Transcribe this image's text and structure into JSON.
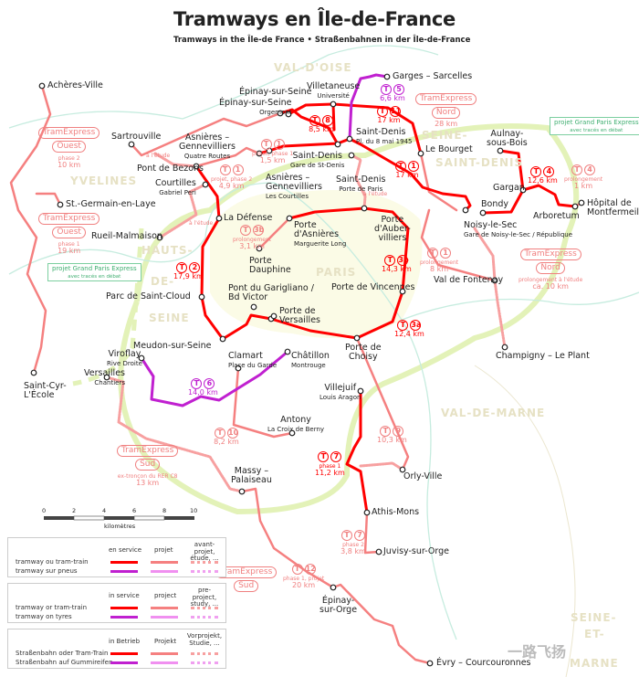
{
  "title": "Tramways en Île-de-France",
  "subtitle": "Tramways in the Île-de France • Straßenbahnen in der Île-de-France",
  "regions": [
    "VAL-D'OISE",
    "YVELINES",
    "HAUTS-",
    "DE-",
    "SEINE",
    "PARIS",
    "SEINE-",
    "SAINT-DENIS",
    "VAL-DE-MARNE",
    "SEINE-",
    "ET-",
    "MARNE"
  ],
  "stations": [
    {
      "name": "Achères-Ville"
    },
    {
      "name": "Sartrouville"
    },
    {
      "name": "Épinay-sur-Seine"
    },
    {
      "name": "Épinay-sur-Seine",
      "sub": "Orgemont"
    },
    {
      "name": "Villetaneuse",
      "sub": "Université"
    },
    {
      "name": "Garges – Sarcelles"
    },
    {
      "name": "Saint-Denis",
      "sub": "Pl. du 8 mai 1945"
    },
    {
      "name": "Saint-Denis",
      "sub": "Gare de St-Denis"
    },
    {
      "name": "Saint-Denis",
      "sub": "Porte de Paris"
    },
    {
      "name": "Le Bourget"
    },
    {
      "name": "Aulnay-",
      "name2": "sous-Bois"
    },
    {
      "name": "Gargan"
    },
    {
      "name": "Bondy"
    },
    {
      "name": "Noisy-le-Sec",
      "sub": "Gare de Noisy-le-Sec / République"
    },
    {
      "name": "Arboretum"
    },
    {
      "name": "Hôpital de",
      "name2": "Montfermeil"
    },
    {
      "name": "Val de Fontenay"
    },
    {
      "name": "Champigny – Le Plant"
    },
    {
      "name": "Asnières –",
      "name2": "Gennevilliers",
      "sub": "Quatre Routes"
    },
    {
      "name": "Asnières –",
      "name2": "Gennevilliers",
      "sub": "Les Courtilles"
    },
    {
      "name": "Pont de Bezons"
    },
    {
      "name": "Courtilles",
      "sub": "Gabriel Peri"
    },
    {
      "name": "La Défense"
    },
    {
      "name": "Rueil-Malmaison"
    },
    {
      "name": "St.-Germain-en-Laye"
    },
    {
      "name": "Porte",
      "name2": "d'Asnières",
      "sub": "Marguerite Long"
    },
    {
      "name": "Porte",
      "name2": "Dauphine"
    },
    {
      "name": "Porte",
      "name2": "d'Auber-",
      "name3": "villiers"
    },
    {
      "name": "Parc de Saint-Cloud"
    },
    {
      "name": "Pont du Garigliano /",
      "name2": "Bd Victor"
    },
    {
      "name": "Porte de",
      "name2": "Versailles"
    },
    {
      "name": "Porte de Vincennes"
    },
    {
      "name": "Porte de",
      "name2": "Choisy"
    },
    {
      "name": "Meudon-sur-Seine"
    },
    {
      "name": "Viroflay",
      "sub": "Rive Droite"
    },
    {
      "name": "Châtillon",
      "sub": "Montrouge"
    },
    {
      "name": "Clamart",
      "sub": "Place du Garde"
    },
    {
      "name": "Versailles",
      "sub": "Chantiers"
    },
    {
      "name": "Saint-Cyr-",
      "name2": "L'École"
    },
    {
      "name": "Antony",
      "sub": "La Croix de Berny"
    },
    {
      "name": "Villejuif",
      "sub": "Louis Aragon"
    },
    {
      "name": "Orly-Ville"
    },
    {
      "name": "Massy –",
      "name2": "Palaiseau"
    },
    {
      "name": "Athis-Mons"
    },
    {
      "name": "Juvisy-sur-Orge"
    },
    {
      "name": "Épinay-",
      "name2": "sur-Orge"
    },
    {
      "name": "Évry – Courcouronnes"
    }
  ],
  "line_labels": {
    "T": "T",
    "t8": {
      "num": "8",
      "length": "8,5 km"
    },
    "t5": {
      "num": "5",
      "length": "6,6 km"
    },
    "t11": {
      "num": "11",
      "length": "17 km",
      "te": "TramExpress",
      "te2": "Nord",
      "te_length": "28 km"
    },
    "t1": {
      "num": "1",
      "length": "17 km"
    },
    "t1p1": {
      "num": "1",
      "note": "projet, phase 1",
      "length": "1,5 km"
    },
    "t1p2": {
      "num": "1",
      "note": "projet, phase 2",
      "length": "4,9 km"
    },
    "t1pro": {
      "num": "1",
      "note": "prolongement",
      "length": "8 km"
    },
    "t2": {
      "num": "2",
      "length": "17,9 km"
    },
    "t3bp": {
      "num": "3b",
      "note": "prolongement",
      "length": "3,1 km"
    },
    "t3b": {
      "num": "3b",
      "length": "14,3 km"
    },
    "t3a": {
      "num": "3a",
      "length": "12,4 km"
    },
    "t4": {
      "num": "4",
      "length": "12,6 km"
    },
    "t4p": {
      "num": "4",
      "note": "prolongement",
      "length": "1 km"
    },
    "tenp": {
      "te": "TramExpress",
      "te2": "Nord",
      "note": "prolongement à l'étude",
      "length": "ca. 10 km"
    },
    "teo2": {
      "te": "TramExpress",
      "te2": "Ouest",
      "note": "phase 2",
      "length": "10 km"
    },
    "teo1": {
      "te": "TramExpress",
      "te2": "Ouest",
      "note": "phase 1",
      "length": "19 km"
    },
    "t6": {
      "num": "6",
      "length": "14,0 km"
    },
    "t10": {
      "num": "10",
      "length": "8,2 km"
    },
    "tes": {
      "te": "TramExpress",
      "te2": "Sud",
      "note": "ex-tronçon du RER C8",
      "length": "13 km"
    },
    "t9": {
      "num": "9",
      "length": "10,3 km"
    },
    "t7": {
      "num": "7",
      "note": "phase 1",
      "length": "11,2 km"
    },
    "t7p2": {
      "num": "7",
      "note": "phase 2",
      "length": "3,8 km"
    },
    "t12": {
      "te": "TramExpress",
      "te2": "Sud",
      "num": "12",
      "note": "phase 1, projet",
      "length": "20 km"
    },
    "etude": "à l'étude"
  },
  "gpe": {
    "title": "projet Grand Paris Express",
    "sub": "avec tracés en débat"
  },
  "scale": {
    "ticks": [
      "0",
      "2",
      "4",
      "6",
      "8",
      "10"
    ],
    "unit": "kilomètres"
  },
  "legend": [
    {
      "cols": [
        "en service",
        "projet",
        "avant-projet, étude, ..."
      ],
      "rows": [
        "tramway ou tram-train",
        "tramway sur pneus"
      ]
    },
    {
      "cols": [
        "in service",
        "project",
        "pre-project, study, ..."
      ],
      "rows": [
        "tramway or tram-train",
        "tramway on tyres"
      ]
    },
    {
      "cols": [
        "in Betrieb",
        "Projekt",
        "Vorprojekt, Studie, ..."
      ],
      "rows": [
        "Straßenbahn oder Tram-Train",
        "Straßenbahn auf Gummireifen"
      ]
    }
  ],
  "colors": {
    "service": "#ff0000",
    "project": "#f58080",
    "tyres": "#c020d0",
    "tyres_project": "#f090f0",
    "gpe": "#dff0b0",
    "water": "#b8e8d8"
  },
  "watermark": "一路飞扬"
}
